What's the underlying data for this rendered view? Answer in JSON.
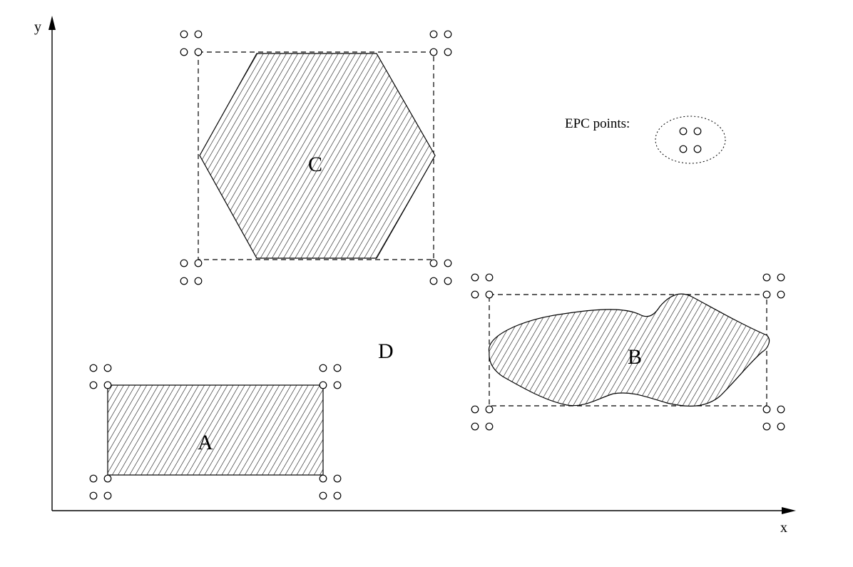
{
  "axes": {
    "x_label": "x",
    "y_label": "y"
  },
  "regions": {
    "A": {
      "label": "A",
      "shape": "rectangle"
    },
    "B": {
      "label": "B",
      "shape": "free-form blob"
    },
    "C": {
      "label": "C",
      "shape": "hexagon"
    },
    "D": {
      "label": "D"
    }
  },
  "legend": {
    "label": "EPC points:",
    "marker": "four small circles in dotted ellipse"
  },
  "colors": {
    "stroke": "#000000",
    "background": "#ffffff"
  }
}
